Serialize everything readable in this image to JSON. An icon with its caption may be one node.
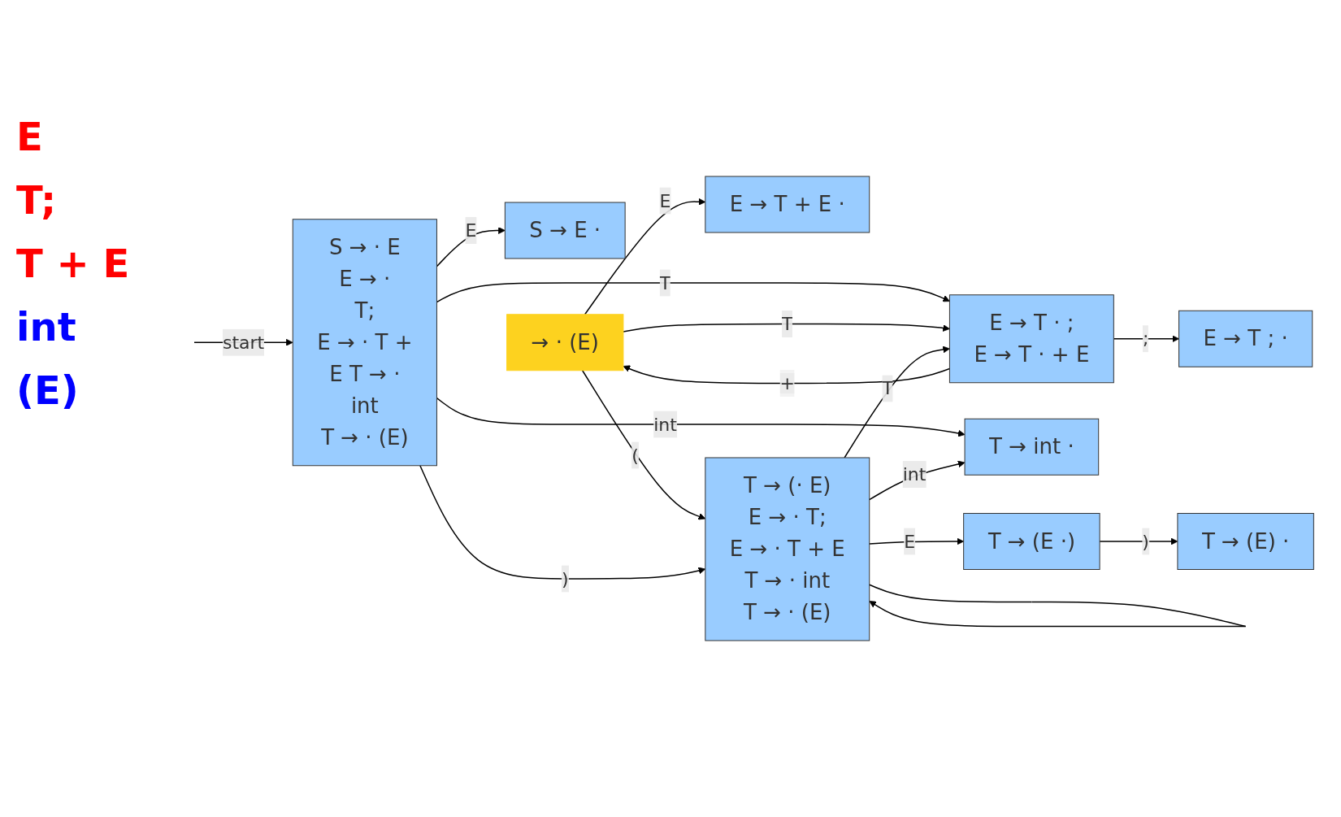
{
  "diagram": {
    "nodes": [
      {
        "text": [
          "E → T + E ·"
        ]
      },
      {
        "text": [
          "→ · (E)"
        ]
      },
      {
        "text": [
          "T → (E) ·"
        ]
      },
      {
        "text": [
          "S → E ·"
        ]
      },
      {
        "text": [
          "T → (E ·)"
        ]
      },
      {
        "text": [
          "S → · E",
          "E → ·",
          "T;",
          "E → · T +",
          "E T → ·",
          "int",
          "T → · (E)"
        ]
      },
      {
        "text": [
          "T → int ·"
        ]
      },
      {
        "text": [
          "E → T · ;",
          "E → T · + E"
        ]
      },
      {
        "text": [
          "T → (· E)",
          "E → · T;",
          "E → · T + E",
          "T → · int",
          "T → · (E)"
        ]
      },
      {
        "text": [
          "E → T ; ·"
        ]
      }
    ],
    "edges": [
      {
        "from": 1,
        "to": 0,
        "arrow": "to",
        "label": "E"
      },
      {
        "from": 5,
        "to": 3,
        "arrow": "to",
        "label": "E"
      },
      {
        "from": null,
        "to": 5,
        "arrow": "to",
        "label": "start"
      },
      {
        "from": 5,
        "to": 6,
        "arrow": "to",
        "label": "int"
      },
      {
        "from": 5,
        "to": 7,
        "arrow": "to",
        "label": "T"
      },
      {
        "from": 7,
        "to": 1,
        "arrow": "to",
        "label": "+"
      },
      {
        "from": 1,
        "to": 7,
        "arrow": "to",
        "label": "T"
      },
      {
        "from": 1,
        "to": 8,
        "arrow": "to",
        "label": "("
      },
      {
        "from": 8,
        "to": 6,
        "arrow": "to",
        "label": "int"
      },
      {
        "from": 8,
        "to": 7,
        "arrow": "to",
        "label": "T"
      },
      {
        "from": 7,
        "to": 9,
        "arrow": "to",
        "label": ";"
      },
      {
        "from": 8,
        "to": 4,
        "arrow": "to",
        "label": "E"
      },
      {
        "from": 4,
        "to": 2,
        "arrow": "to",
        "label": ")"
      },
      {
        "from": 5,
        "to": 8,
        "arrow": "to",
        "label": ")"
      },
      {
        "from": 8,
        "to": 8,
        "arrow": "to"
      }
    ],
    "labels": [
      "E",
      "T;",
      "T + E",
      "int",
      "(E)"
    ]
  }
}
